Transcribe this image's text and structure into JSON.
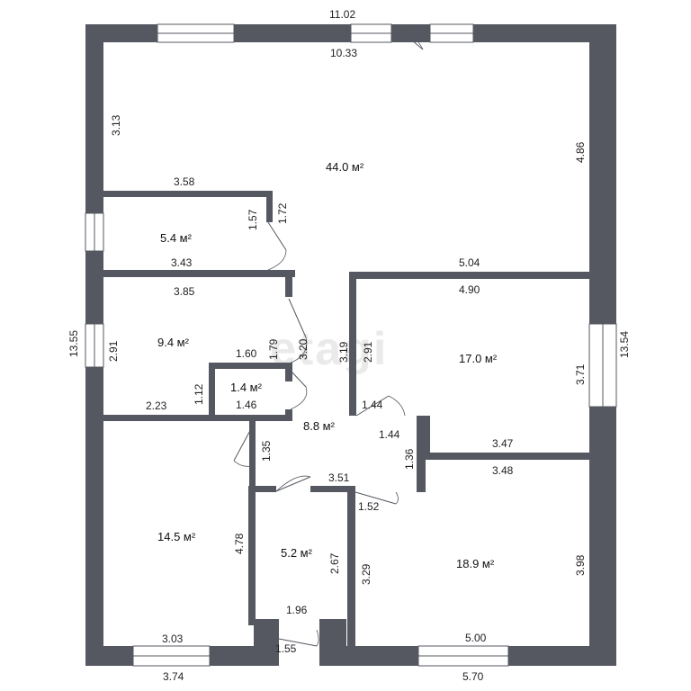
{
  "watermark": {
    "brand": "etagi"
  },
  "rooms": {
    "living": "44.0 м²",
    "pantry": "5.4 м²",
    "bedroom_left": "9.4 м²",
    "closet": "1.4 м²",
    "hall": "8.8 м²",
    "bedroom_right": "17.0 м²",
    "bedroom_bottom_left": "14.5 м²",
    "bathroom": "5.2 м²",
    "bedroom_bottom_right": "18.9 м²"
  },
  "dims": {
    "top_outer": "11.02",
    "top_inner": "10.33",
    "left_outer": "13.55",
    "right_outer": "13.54",
    "living_left": "3.13",
    "living_right": "4.86",
    "pantry_top": "3.58",
    "pantry_bottom": "3.43",
    "pantry_right_a": "1.57",
    "pantry_right_b": "1.72",
    "bed_top": "3.85",
    "bed_left": "2.91",
    "bed_right": "1.79",
    "hall_left": "3.20",
    "closet_top": "1.60",
    "closet_bottom": "1.46",
    "closet_left": "1.12",
    "bed_bottom": "2.23",
    "hall_right": "3.19",
    "right_top": "5.04",
    "right_inner_top": "4.90",
    "right_left": "2.91",
    "right_right": "3.71",
    "hall_top": "1.44",
    "hall_inner": "1.44",
    "hall_side": "1.36",
    "right_bottom": "3.47",
    "hall_left_small": "1.35",
    "hall_bottom": "3.51",
    "br_top": "3.48",
    "door_br": "1.52",
    "bl_right": "4.78",
    "bath_right": "2.67",
    "br_left": "3.29",
    "br_right": "3.98",
    "bath_bottom": "1.96",
    "bl_bottom": "3.03",
    "br_bottom": "5.00",
    "entrance": "1.55",
    "bottom_left_outer": "3.74",
    "bottom_right_outer": "5.70"
  }
}
